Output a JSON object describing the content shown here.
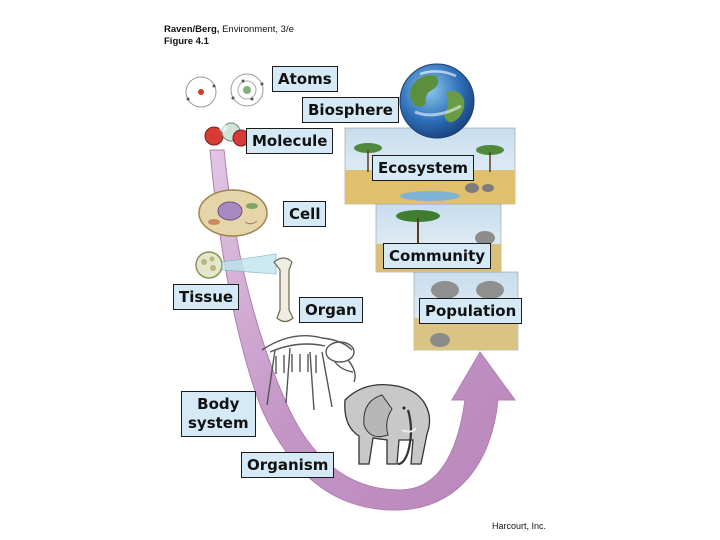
{
  "caption": {
    "line1_bold": "Raven/Berg,",
    "line1_rest": " Environment, 3/e",
    "line2": "Figure 4.1"
  },
  "credit": "Harcourt, Inc.",
  "levels": {
    "atoms": "Atoms",
    "biosphere": "Biosphere",
    "molecule": "Molecule",
    "ecosystem": "Ecosystem",
    "cell": "Cell",
    "community": "Community",
    "tissue": "Tissue",
    "organ": "Organ",
    "population": "Population",
    "body_system_1": "Body",
    "body_system_2": "system",
    "organism": "Organism"
  },
  "colors": {
    "arrow": "#c79bc9",
    "label_fill": "#d6e9f6",
    "label_border": "#1b1b1b",
    "savanna": "#e2c478",
    "sky": "#cfe3f1"
  }
}
